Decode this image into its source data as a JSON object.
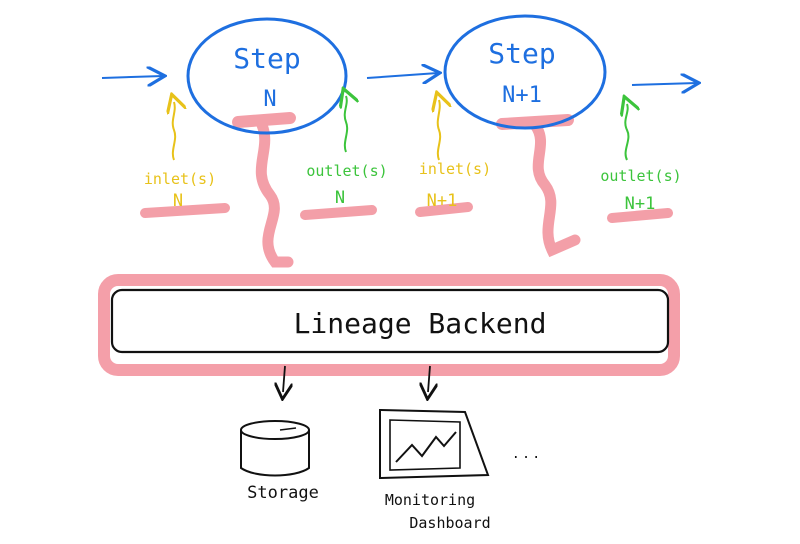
{
  "colors": {
    "step": "#1e6fe0",
    "inlet": "#e8c21a",
    "outlet": "#3cc43c",
    "highlight": "#f07f8c",
    "ink": "#111111"
  },
  "steps": [
    {
      "title": "Step",
      "index": "N"
    },
    {
      "title": "Step",
      "index": "N+1"
    }
  ],
  "inlets": [
    {
      "label": "inlet(s)",
      "index": "N"
    },
    {
      "label": "inlet(s)",
      "index": "N+1"
    }
  ],
  "outlets": [
    {
      "label": "outlet(s)",
      "index": "N"
    },
    {
      "label": "outlet(s)",
      "index": "N+1"
    }
  ],
  "backend": {
    "label": "Lineage Backend"
  },
  "sinks": {
    "storage": "Storage",
    "monitoring_line1": "Monitoring",
    "monitoring_line2": "Dashboard",
    "more": ". . ."
  }
}
